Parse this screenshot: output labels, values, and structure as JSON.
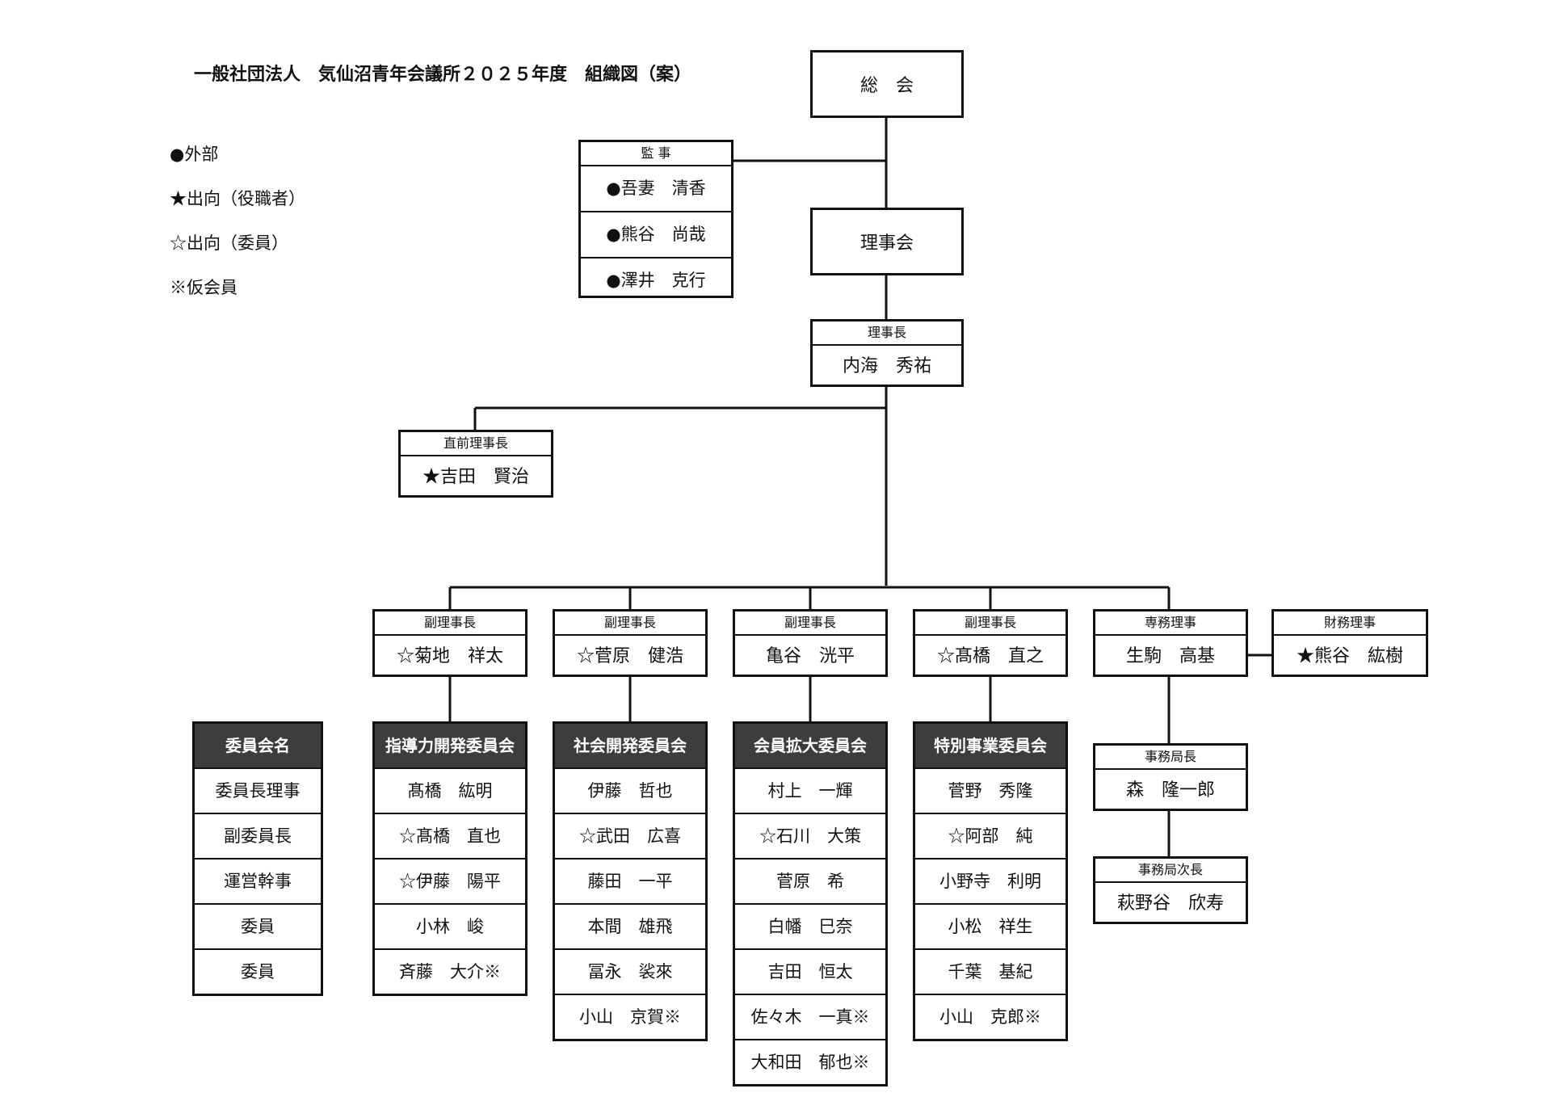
{
  "title": "一般社団法人　気仙沼青年会議所２０２５年度　組織図（案）",
  "legend": [
    "●外部",
    "★出向（役職者）",
    "☆出向（委員）",
    "※仮会員"
  ],
  "general_assembly": "総　会",
  "auditors": {
    "label": "監 事",
    "members": [
      "●吾妻　清香",
      "●熊谷　尚哉",
      "●澤井　克行"
    ]
  },
  "board": "理事会",
  "president": {
    "label": "理事長",
    "name": "内海　秀祐"
  },
  "past_president": {
    "label": "直前理事長",
    "name": "★吉田　賢治"
  },
  "officers": [
    {
      "label": "副理事長",
      "name": "☆菊地　祥太"
    },
    {
      "label": "副理事長",
      "name": "☆菅原　健浩"
    },
    {
      "label": "副理事長",
      "name": "亀谷　洸平"
    },
    {
      "label": "副理事長",
      "name": "☆髙橋　直之"
    },
    {
      "label": "専務理事",
      "name": "生駒　高基"
    },
    {
      "label": "財務理事",
      "name": "★熊谷　紘樹"
    }
  ],
  "secretariat": [
    {
      "label": "事務局長",
      "name": "森　隆一郎"
    },
    {
      "label": "事務局次長",
      "name": "萩野谷　欣寿"
    }
  ],
  "roles_table": {
    "header": "委員会名",
    "rows": [
      "委員長理事",
      "副委員長",
      "運営幹事",
      "委員",
      "委員"
    ]
  },
  "committees": [
    {
      "name": "指導力開発委員会",
      "members": [
        "髙橋　紘明",
        "☆髙橋　直也",
        "☆伊藤　陽平",
        "小林　峻",
        "斉藤　大介※"
      ]
    },
    {
      "name": "社会開発委員会",
      "members": [
        "伊藤　哲也",
        "☆武田　広喜",
        "藤田　一平",
        "本間　雄飛",
        "冨永　裟來",
        "小山　京賀※"
      ]
    },
    {
      "name": "会員拡大委員会",
      "members": [
        "村上　一輝",
        "☆石川　大策",
        "菅原　希",
        "白幡　巳奈",
        "吉田　恒太",
        "佐々木　一真※",
        "大和田　郁也※"
      ]
    },
    {
      "name": "特別事業委員会",
      "members": [
        "菅野　秀隆",
        "☆阿部　純",
        "小野寺　利明",
        "小松　祥生",
        "千葉　基紀",
        "小山　克郎※"
      ]
    }
  ]
}
